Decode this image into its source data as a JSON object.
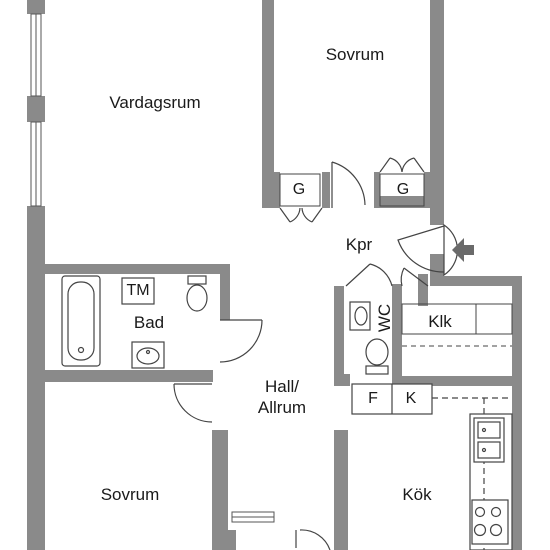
{
  "rooms": {
    "vardagsrum": "Vardagsrum",
    "sovrum_top": "Sovrum",
    "sovrum_bottom": "Sovrum",
    "bad": "Bad",
    "hall_line1": "Hall/",
    "hall_line2": "Allrum",
    "kok": "Kök",
    "kpr": "Kpr",
    "klk": "Klk",
    "wc": "WC"
  },
  "fixtures": {
    "garderob_left": "G",
    "garderob_right": "G",
    "tvattmaskin": "TM",
    "frys": "F",
    "kyl": "K"
  },
  "colors": {
    "wall": "#8a8a8a",
    "line": "#444444",
    "background": "#ffffff",
    "arrow": "#6a6a6a"
  },
  "icons": {
    "entrance": "entrance-arrow-icon",
    "bathtub": "bathtub-icon",
    "toilet": "toilet-icon",
    "sink": "sink-icon",
    "stove": "stove-icon",
    "kitchen_sink": "kitchen-sink-icon",
    "window": "window-icon",
    "door_swing": "door-swing-icon"
  }
}
